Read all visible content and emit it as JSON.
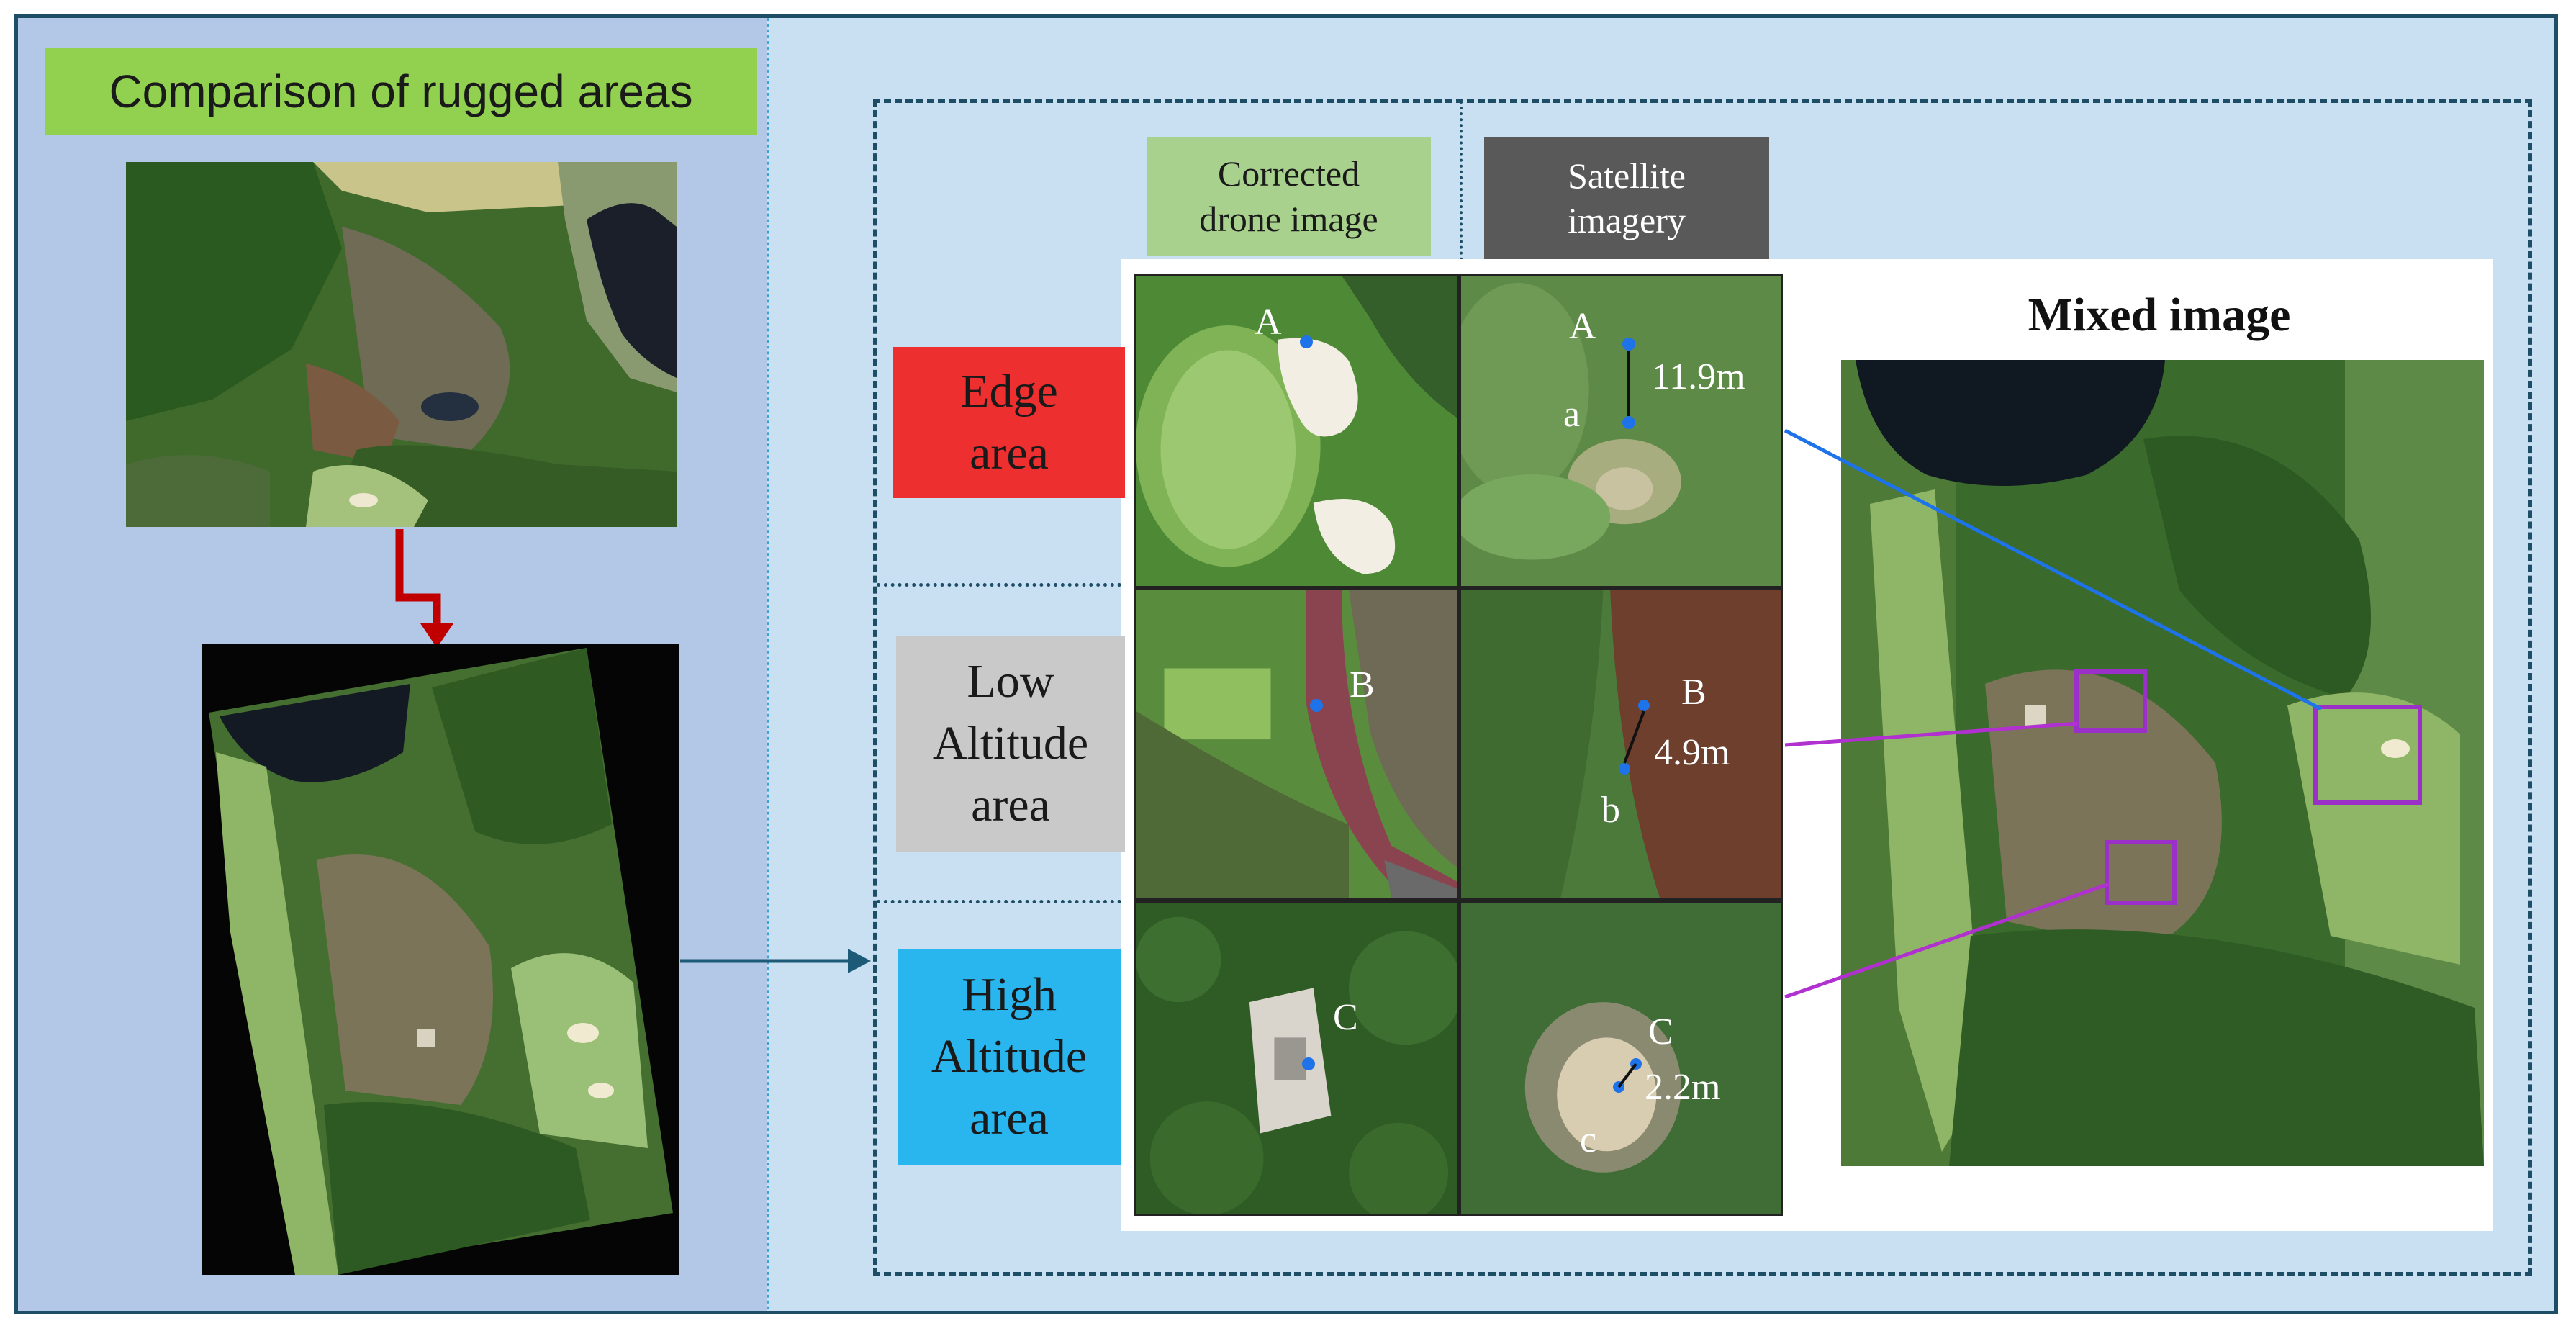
{
  "title": "Comparison of rugged areas",
  "columns": {
    "corrected": "Corrected drone image",
    "satellite": "Satellite imagery"
  },
  "rows": [
    {
      "area": "Edge area",
      "color": "#ee2f2f",
      "drone_point": "A",
      "sat_point_upper": "A",
      "sat_point_lower": "a",
      "distance": "11.9m"
    },
    {
      "area": "Low Altitude area",
      "color": "#c9c9c9",
      "drone_point": "B",
      "sat_point_upper": "B",
      "sat_point_lower": "b",
      "distance": "4.9m"
    },
    {
      "area": "High Altitude area",
      "color": "#29b6ef",
      "drone_point": "C",
      "sat_point_upper": "C",
      "sat_point_lower": "c",
      "distance": "2.2m"
    }
  ],
  "mixed_title": "Mixed image",
  "colors": {
    "frame": "#1d4e66",
    "title_bg": "#92d050",
    "corrected_bg": "#a9d18e",
    "satellite_bg": "#595959",
    "marker": "#1e73e8",
    "box": "#9b30c8",
    "blue_line": "#1e73e8",
    "red_arrow": "#c00000"
  }
}
